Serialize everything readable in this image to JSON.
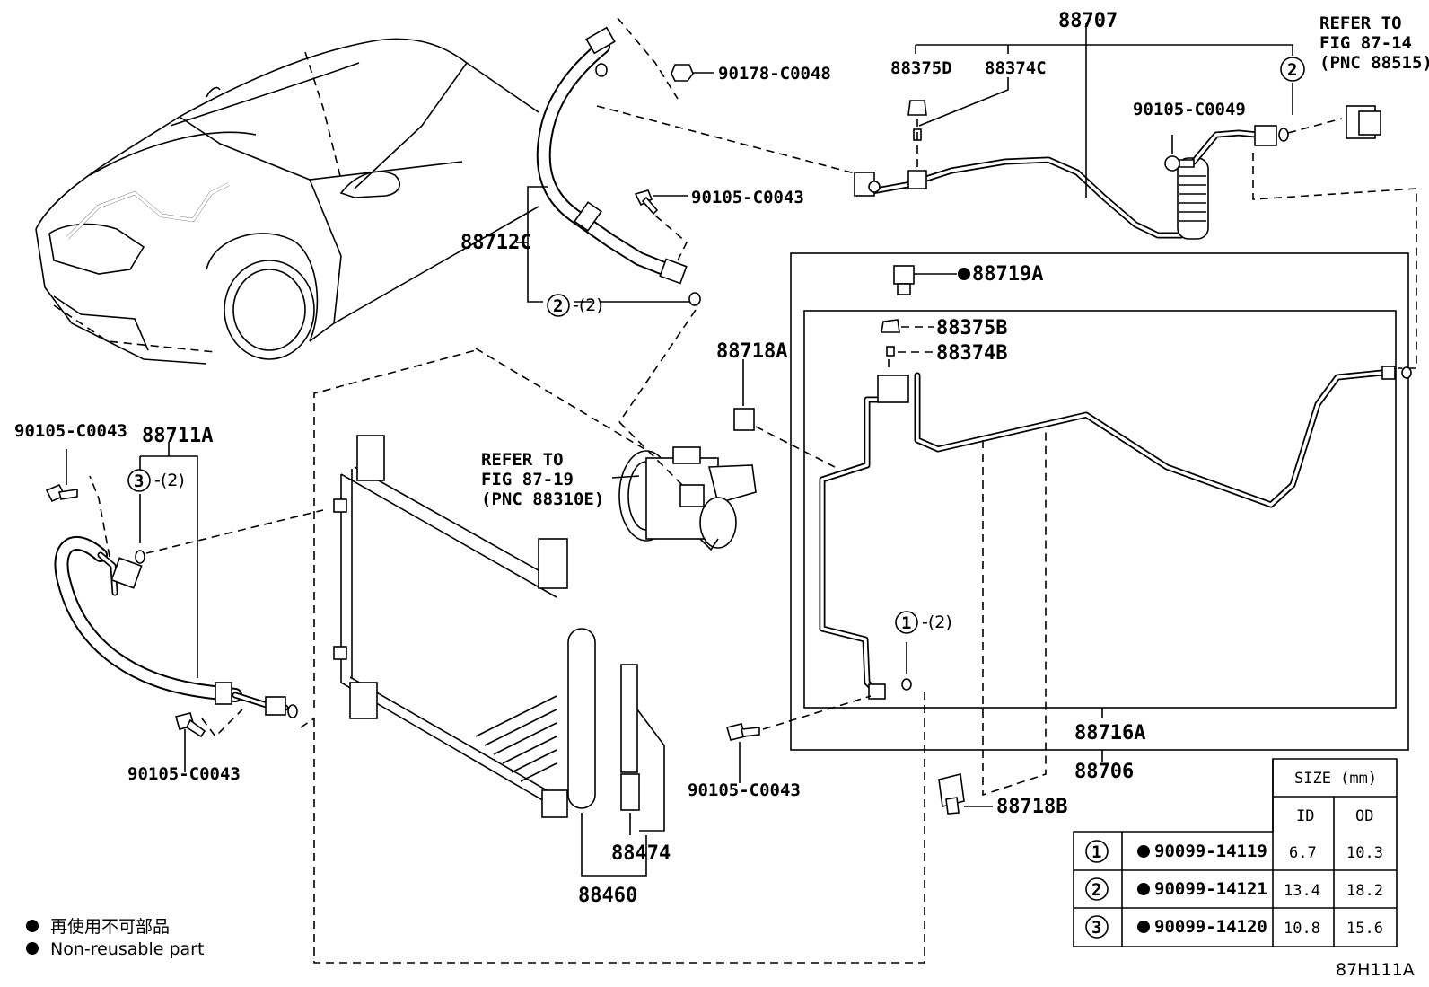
{
  "diagram_code": "87H111A",
  "refs": {
    "ref_87_14": [
      "REFER TO",
      "FIG 87-14",
      "(PNC 88515)"
    ],
    "ref_87_19": [
      "REFER TO",
      "FIG 87-19",
      "(PNC 88310E)"
    ]
  },
  "part_numbers": {
    "p88707": "88707",
    "p88375d": "88375D",
    "p88374c": "88374C",
    "p90178": "90178-C0048",
    "p90105_c0049": "90105-C0049",
    "p88712c": "88712C",
    "p90105_top": "90105-C0043",
    "p88719a": "88719A",
    "p88375b": "88375B",
    "p88374b": "88374B",
    "p88718a": "88718A",
    "p90105_left_top": "90105-C0043",
    "p88711a": "88711A",
    "p90105_left_bottom": "90105-C0043",
    "p90105_center": "90105-C0043",
    "p88716a": "88716A",
    "p88706": "88706",
    "p88718b": "88718B",
    "p88474": "88474",
    "p88460": "88460"
  },
  "circle_refs": {
    "c1": "1",
    "c2_top": "2",
    "c2_right": "2",
    "c3": "3",
    "qty_c2": "-(2)",
    "qty_c3": "-(2)",
    "qty_c1": "-(2)"
  },
  "legend": {
    "bullet": "●",
    "line_jp": "再使用不可部品",
    "line_en": "Non-reusable part"
  },
  "size_table": {
    "title": "SIZE (mm)",
    "headers": [
      "ID",
      "OD"
    ],
    "rows": [
      {
        "ref": "1",
        "part": "90099-14119",
        "id": "6.7",
        "od": "10.3"
      },
      {
        "ref": "2",
        "part": "90099-14121",
        "id": "13.4",
        "od": "18.2"
      },
      {
        "ref": "3",
        "part": "90099-14120",
        "id": "10.8",
        "od": "15.6"
      }
    ]
  }
}
